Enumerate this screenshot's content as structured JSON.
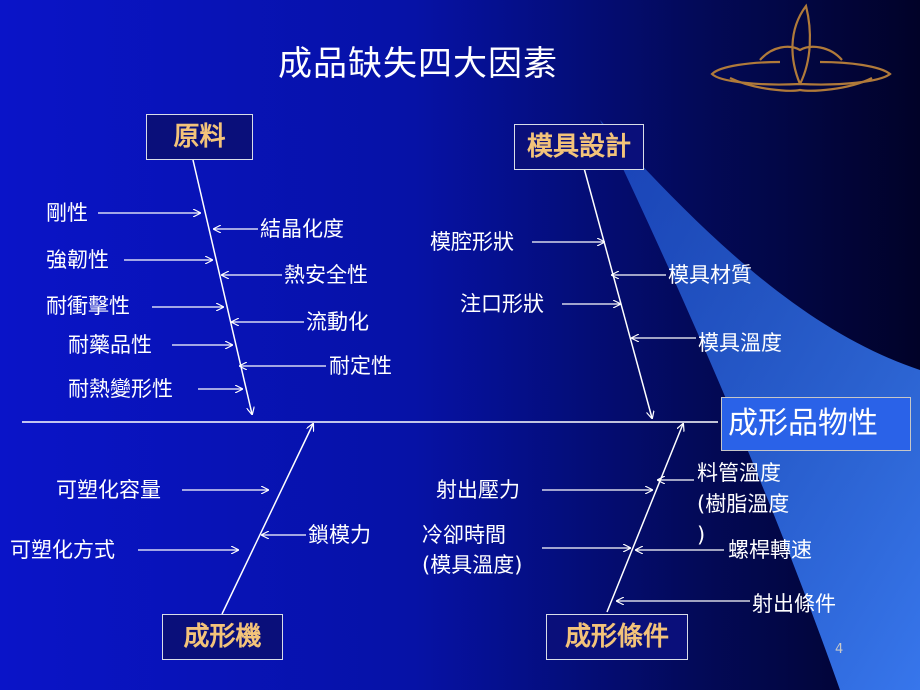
{
  "slide": {
    "title": "成品缺失四大因素",
    "effect": "成形品物性",
    "page_number": "4",
    "colors": {
      "background": "#0612a6",
      "category_text": "#f3c37a",
      "line": "#ffffff",
      "ornament": "#b07a3a"
    },
    "ornament_icon": "flourish-ornament"
  },
  "categories": {
    "materials": {
      "label": "原料",
      "left_causes": [
        "剛性",
        "強韌性",
        "耐衝擊性",
        "耐藥品性",
        "耐熱變形性"
      ],
      "right_causes": [
        "結晶化度",
        "熱安全性",
        "流動化",
        "耐定性"
      ]
    },
    "mold_design": {
      "label": "模具設計",
      "left_causes": [
        "模腔形狀",
        "注口形狀"
      ],
      "right_causes": [
        "模具材質",
        "模具溫度"
      ]
    },
    "machine": {
      "label": "成形機",
      "left_causes": [
        "可塑化容量",
        "可塑化方式"
      ],
      "right_causes": [
        "鎖模力"
      ]
    },
    "conditions": {
      "label": "成形條件",
      "left_causes": [
        "射出壓力",
        "冷卻時間",
        "(模具溫度)"
      ],
      "right_causes": [
        "料管溫度",
        "(樹脂溫度",
        ")",
        "螺桿轉速",
        "射出條件"
      ]
    }
  }
}
